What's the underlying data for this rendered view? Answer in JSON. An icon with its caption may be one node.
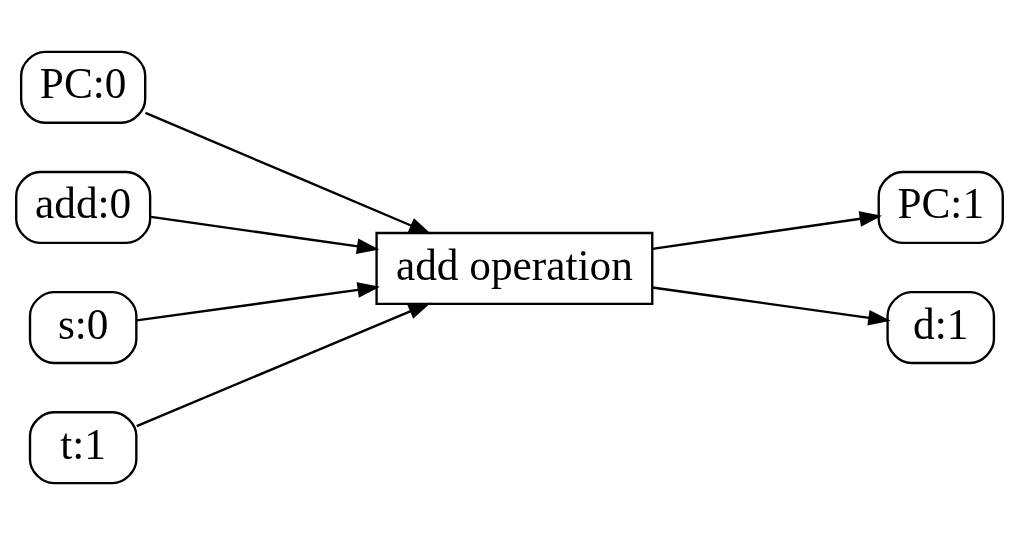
{
  "diagram": {
    "nodes": [
      {
        "text": [
          "PC:0"
        ]
      },
      {
        "text": [
          "add:0"
        ]
      },
      {
        "text": [
          "s:0"
        ]
      },
      {
        "text": [
          "t:1"
        ]
      },
      {
        "text": [
          "add operation"
        ]
      },
      {
        "text": [
          "PC:1"
        ]
      },
      {
        "text": [
          "d:1"
        ]
      }
    ],
    "edges": [
      {
        "from": 0,
        "to": 4,
        "arrow": "to"
      },
      {
        "from": 1,
        "to": 4,
        "arrow": "to"
      },
      {
        "from": 2,
        "to": 4,
        "arrow": "to"
      },
      {
        "from": 3,
        "to": 4,
        "arrow": "to"
      },
      {
        "from": 4,
        "to": 5,
        "arrow": "to"
      },
      {
        "from": 4,
        "to": 6,
        "arrow": "to"
      }
    ]
  }
}
